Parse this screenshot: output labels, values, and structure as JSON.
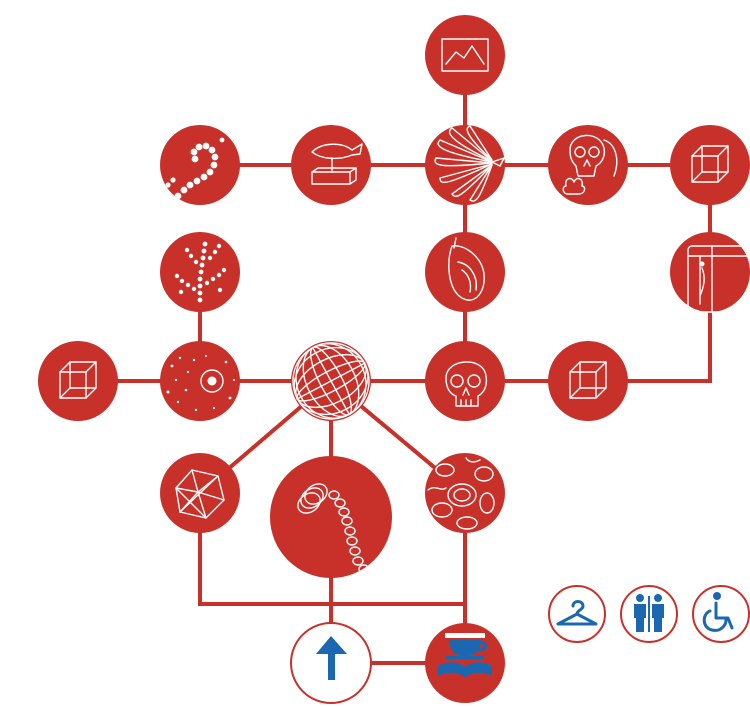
{
  "colors": {
    "accent": "#c8312a",
    "service": "#1c68b0",
    "background": "#ffffff"
  },
  "nodes": [
    {
      "id": "landscape-picture",
      "icon": "landscape-picture-icon"
    },
    {
      "id": "coral-strand",
      "icon": "coral-strand-icon"
    },
    {
      "id": "fish-on-stand",
      "icon": "fish-on-stand-icon"
    },
    {
      "id": "fan-coral",
      "icon": "fan-coral-icon"
    },
    {
      "id": "skull-hand",
      "icon": "skull-hand-icon"
    },
    {
      "id": "cube-top-right",
      "icon": "cube-icon"
    },
    {
      "id": "branching-coral",
      "icon": "branching-coral-icon"
    },
    {
      "id": "shell",
      "icon": "shell-icon"
    },
    {
      "id": "jar-specimen",
      "icon": "jar-specimen-icon"
    },
    {
      "id": "cube-left",
      "icon": "cube-icon"
    },
    {
      "id": "cell-sphere",
      "icon": "cell-sphere-icon"
    },
    {
      "id": "globe",
      "icon": "globe-icon"
    },
    {
      "id": "skull",
      "icon": "skull-icon"
    },
    {
      "id": "cube-middle-right",
      "icon": "cube-icon"
    },
    {
      "id": "polyhedron",
      "icon": "polyhedron-icon"
    },
    {
      "id": "bead-chain",
      "icon": "bead-chain-icon"
    },
    {
      "id": "pattern-sphere",
      "icon": "pattern-sphere-icon"
    },
    {
      "id": "entrance",
      "icon": "up-arrow-icon"
    },
    {
      "id": "cafe-library",
      "icon": "cup-book-icon"
    }
  ],
  "services": [
    {
      "id": "cloakroom",
      "icon": "coat-hanger-icon"
    },
    {
      "id": "restrooms",
      "icon": "restroom-icon"
    },
    {
      "id": "accessibility",
      "icon": "wheelchair-icon"
    }
  ]
}
